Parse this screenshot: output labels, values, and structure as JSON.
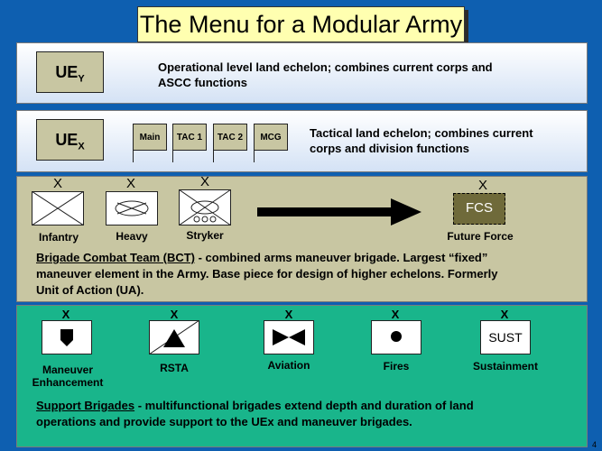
{
  "title": "The Menu for a Modular Army",
  "uey": {
    "label": "UE",
    "sub": "Y",
    "desc_line1": "Operational level land echelon; combines current corps and",
    "desc_line2": "ASCC functions"
  },
  "uex": {
    "label": "UE",
    "sub": "X",
    "tabs": [
      "Main",
      "TAC 1",
      "TAC 2",
      "MCG"
    ],
    "desc_line1": "Tactical land echelon; combines current",
    "desc_line2": "corps and division functions"
  },
  "bct": {
    "echelon_mark": "X",
    "units": [
      {
        "label": "Infantry",
        "icon": "infantry-symbol"
      },
      {
        "label": "Heavy",
        "icon": "armor-symbol"
      },
      {
        "label": "Stryker",
        "icon": "stryker-symbol"
      }
    ],
    "future": {
      "label": "Future Force",
      "code": "FCS"
    },
    "heading": "Brigade Combat Team (BCT)",
    "text_line1": " - combined arms maneuver brigade.  Largest “fixed”",
    "text_line2": "maneuver element in the Army.  Base piece for design of higher echelons.  Formerly",
    "text_line3": "Unit of Action (UA)."
  },
  "support": {
    "echelon_mark": "X",
    "units": [
      {
        "label_line1": "Maneuver",
        "label_line2": "Enhancement",
        "icon": "maneuver-enhancement-symbol"
      },
      {
        "label_line1": "RSTA",
        "icon": "rsta-symbol"
      },
      {
        "label_line1": "Aviation",
        "icon": "aviation-symbol"
      },
      {
        "label_line1": "Fires",
        "icon": "fires-symbol"
      },
      {
        "label_line1": "Sustainment",
        "icon": "sustainment-symbol",
        "code": "SUST"
      }
    ],
    "heading": "Support Brigades",
    "text_line1": " - multifunctional brigades extend depth and duration of land",
    "text_line2": "operations and provide support to the UEx and maneuver brigades."
  },
  "page_number": "4",
  "colors": {
    "background": "#0e5fb0",
    "title_fill": "#ffffb0",
    "khaki": "#c8c6a2",
    "green": "#19b58b"
  }
}
